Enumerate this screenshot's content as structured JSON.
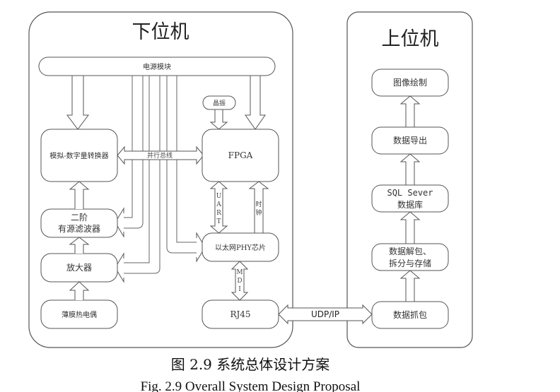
{
  "lower_computer": {
    "title": "下位机",
    "power_module": "电源模块",
    "adc": "模拟-数字量转换器",
    "parallel_bus": "并行总线",
    "fpga": "FPGA",
    "crystal": "晶振",
    "filter_line1": "二阶",
    "filter_line2": "有源滤波器",
    "amplifier": "放大器",
    "thermocouple": "薄膜热电偶",
    "ethernet_phy": "以太网PHY芯片",
    "uart_label": [
      "U",
      "A",
      "R",
      "T"
    ],
    "clock_label": [
      "时",
      "钟"
    ],
    "mdi_label": [
      "M",
      "D",
      "I"
    ],
    "rj45": "RJ45"
  },
  "link": {
    "protocol": "UDP/IP"
  },
  "upper_computer": {
    "title": "上位机",
    "image_drawing": "图像绘制",
    "data_export": "数据导出",
    "sql_line1": "SQL Sever",
    "sql_line2": "数据库",
    "unpack_line1": "数据解包、",
    "unpack_line2": "拆分与存储",
    "packet_capture": "数据抓包"
  },
  "caption": {
    "chinese": "图 2.9  系统总体设计方案",
    "english": "Fig. 2.9 Overall System Design Proposal"
  }
}
